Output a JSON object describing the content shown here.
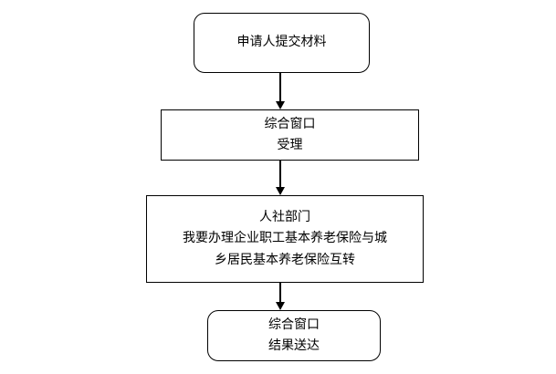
{
  "colors": {
    "background": "#ffffff",
    "border": "#000000",
    "text": "#000000"
  },
  "flowchart": {
    "title": "",
    "nodes": [
      {
        "id": "start",
        "shape": "rounded-rectangle",
        "lines": [
          "申请人提交材料"
        ]
      },
      {
        "id": "accept",
        "shape": "rectangle",
        "lines": [
          "综合窗口",
          "受理"
        ]
      },
      {
        "id": "process",
        "shape": "rectangle",
        "lines": [
          "人社部门",
          "我要办理企业职工基本养老保险与城",
          "乡居民基本养老保险互转"
        ]
      },
      {
        "id": "deliver",
        "shape": "rounded-rectangle",
        "lines": [
          "综合窗口",
          "结果送达"
        ]
      }
    ],
    "edges": [
      {
        "from": "start",
        "to": "accept",
        "direction": "down"
      },
      {
        "from": "accept",
        "to": "process",
        "direction": "down"
      },
      {
        "from": "process",
        "to": "deliver",
        "direction": "down"
      }
    ]
  }
}
